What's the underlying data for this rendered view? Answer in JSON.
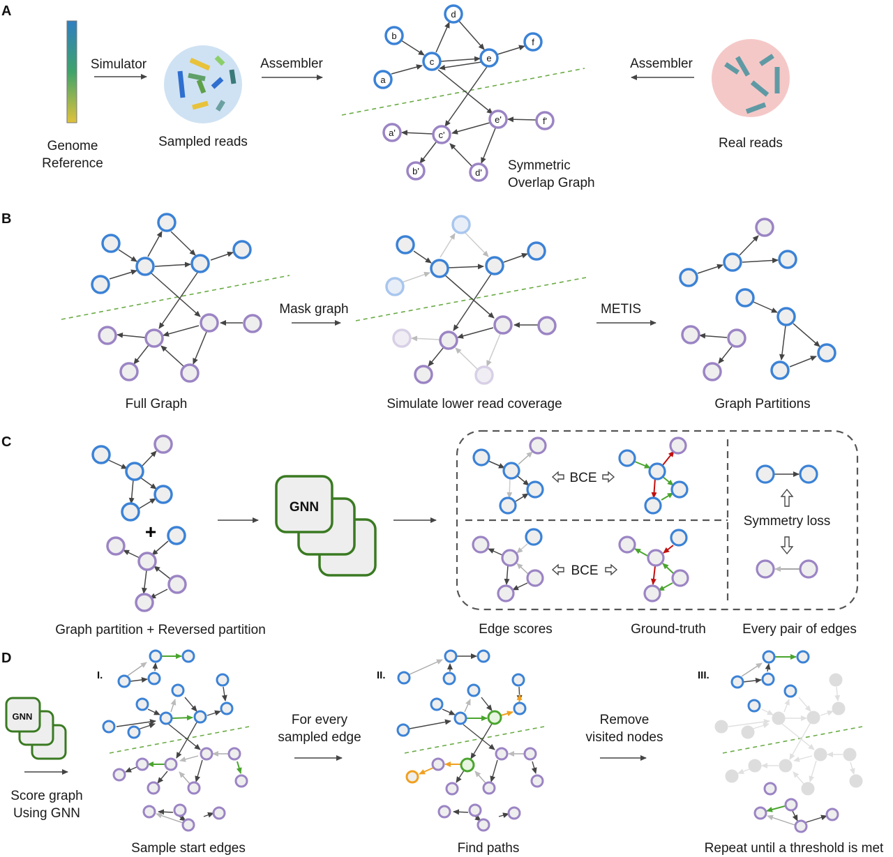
{
  "panels": {
    "a": "A",
    "b": "B",
    "c": "C",
    "d": "D"
  },
  "section_a": {
    "simulator": "Simulator",
    "assembler_left": "Assembler",
    "assembler_right": "Assembler",
    "genome_line1": "Genome",
    "genome_line2": "Reference",
    "sampled_reads": "Sampled reads",
    "real_reads": "Real reads",
    "graph_line1": "Symmetric",
    "graph_line2": "Overlap Graph",
    "nodes": [
      "a",
      "b",
      "c",
      "d",
      "e",
      "f",
      "a'",
      "b'",
      "c'",
      "d'",
      "e'",
      "f'"
    ]
  },
  "section_b": {
    "mask_graph": "Mask graph",
    "metis": "METIS",
    "full_graph": "Full Graph",
    "lower_coverage": "Simulate lower read coverage",
    "partitions": "Graph Partitions"
  },
  "section_c": {
    "plus": "+",
    "gnn": "GNN",
    "bce_top": "BCE",
    "bce_bottom": "BCE",
    "symmetry_loss": "Symmetry loss",
    "partition_caption": "Graph partition + Reversed partition",
    "edge_scores": "Edge scores",
    "ground_truth": "Ground-truth",
    "every_pair": "Every pair of edges"
  },
  "section_d": {
    "gnn": "GNN",
    "score_line1": "Score graph",
    "score_line2": "Using GNN",
    "step1": "I.",
    "step2": "II.",
    "step3": "III.",
    "for_every_line1": "For every",
    "for_every_line2": "sampled edge",
    "remove_line1": "Remove",
    "remove_line2": "visited nodes",
    "sample_start": "Sample start edges",
    "find_paths": "Find paths",
    "repeat": "Repeat until a threshold is met"
  },
  "colors": {
    "blue": "#3b82d6",
    "purple": "#9b84c4",
    "node_fill": "#eeeeee",
    "green": "#4aa52e",
    "orange": "#f0a020",
    "red": "#c01010",
    "dashed_green": "#6aab45",
    "real_reads_bg": "#f5c8c8",
    "sampled_reads_bg": "#cfe2f3",
    "gnn_border": "#3a7a22"
  }
}
